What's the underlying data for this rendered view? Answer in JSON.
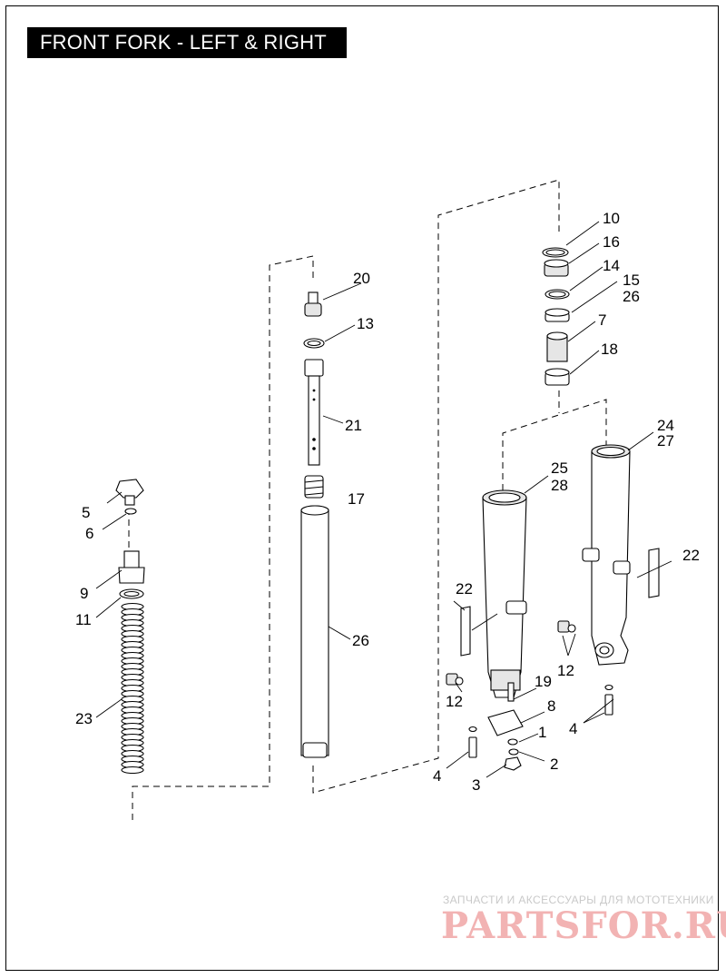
{
  "title": "FRONT FORK - LEFT & RIGHT",
  "callouts": [
    {
      "id": "c10",
      "text": "10"
    },
    {
      "id": "c16",
      "text": "16"
    },
    {
      "id": "c14",
      "text": "14"
    },
    {
      "id": "c15",
      "text": "15"
    },
    {
      "id": "c26a",
      "text": "26"
    },
    {
      "id": "c7",
      "text": "7"
    },
    {
      "id": "c18",
      "text": "18"
    },
    {
      "id": "c20",
      "text": "20"
    },
    {
      "id": "c13",
      "text": "13"
    },
    {
      "id": "c21",
      "text": "21"
    },
    {
      "id": "c17",
      "text": "17"
    },
    {
      "id": "c26b",
      "text": "26"
    },
    {
      "id": "c5",
      "text": "5"
    },
    {
      "id": "c6",
      "text": "6"
    },
    {
      "id": "c9",
      "text": "9"
    },
    {
      "id": "c11",
      "text": "11"
    },
    {
      "id": "c23",
      "text": "23"
    },
    {
      "id": "c24",
      "text": "24"
    },
    {
      "id": "c27",
      "text": "27"
    },
    {
      "id": "c25",
      "text": "25"
    },
    {
      "id": "c28",
      "text": "28"
    },
    {
      "id": "c22a",
      "text": "22"
    },
    {
      "id": "c22b",
      "text": "22"
    },
    {
      "id": "c12a",
      "text": "12"
    },
    {
      "id": "c12b",
      "text": "12"
    },
    {
      "id": "c19",
      "text": "19"
    },
    {
      "id": "c8",
      "text": "8"
    },
    {
      "id": "c1",
      "text": "1"
    },
    {
      "id": "c2",
      "text": "2"
    },
    {
      "id": "c3",
      "text": "3"
    },
    {
      "id": "c4a",
      "text": "4"
    },
    {
      "id": "c4b",
      "text": "4"
    }
  ],
  "watermark": {
    "caption": "ЗАПЧАСТИ И АКСЕССУАРЫ ДЛЯ МОТОТЕХНИКИ",
    "logo": "PARTSFOR.RU"
  },
  "colors": {
    "title_bg": "#000000",
    "title_text": "#ffffff",
    "line": "#000000",
    "watermark": "#f2b3b3"
  }
}
